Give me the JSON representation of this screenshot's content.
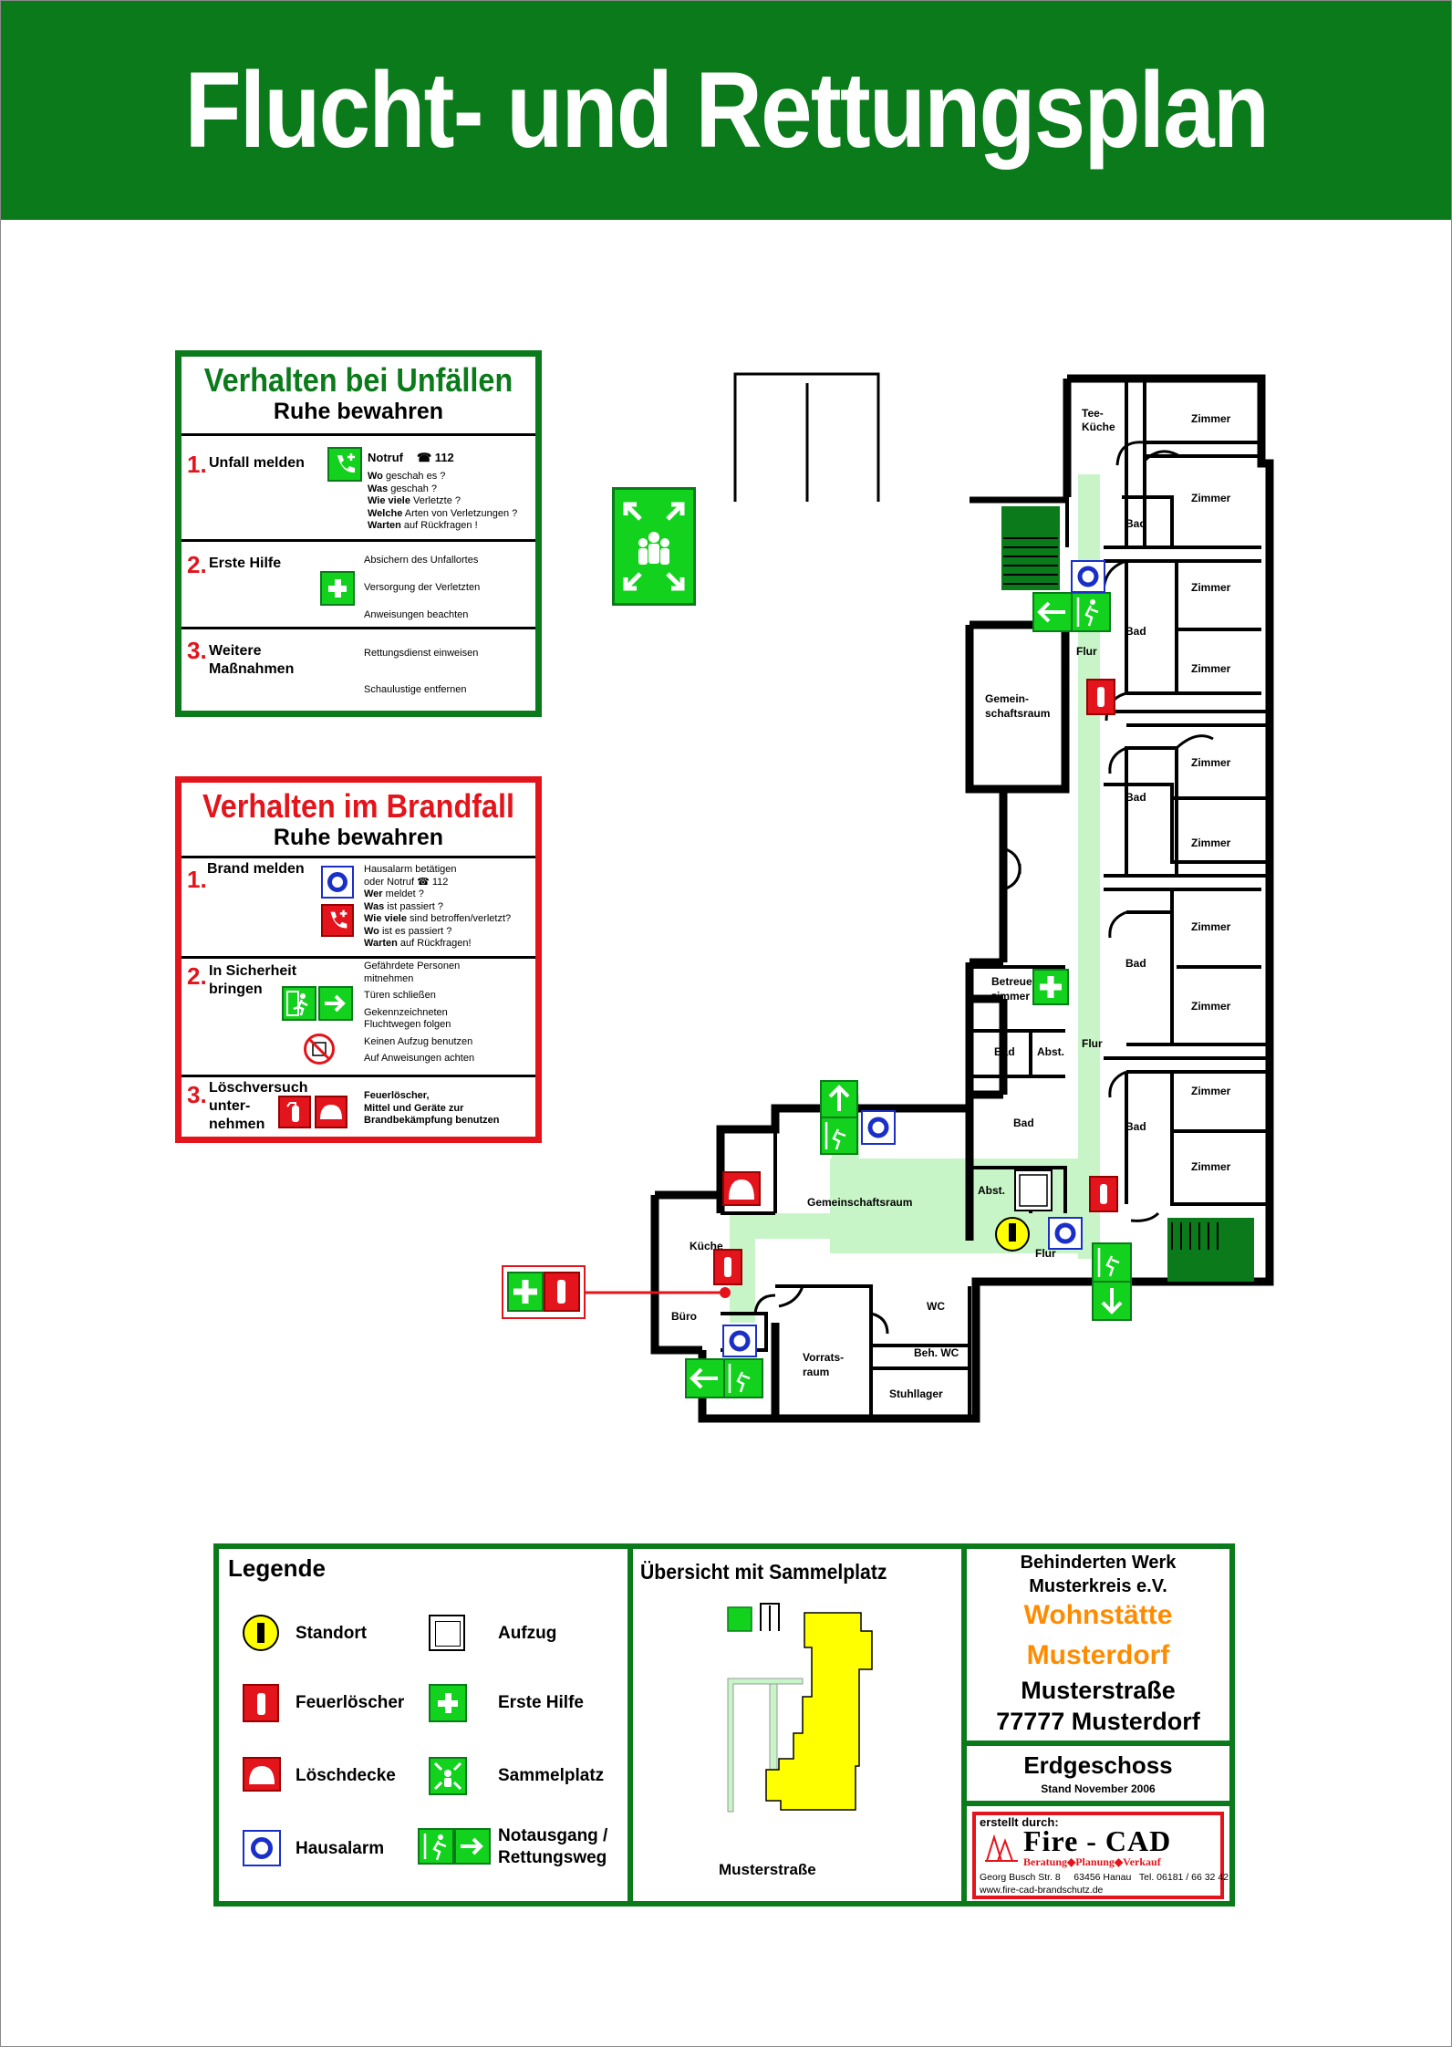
{
  "title": "Flucht- und Rettungsplan",
  "colors": {
    "green": "#0a7a1a",
    "safety_green": "#13d21e",
    "red": "#e3141b",
    "blue": "#1a2fc8",
    "path": "#c8f5c8",
    "orange": "#ff8c00",
    "yellow": "#ffff00"
  },
  "accident_box": {
    "title": "Verhalten bei Unfällen",
    "subtitle": "Ruhe bewahren",
    "s1": {
      "num": "1.",
      "label": "Unfall melden",
      "emergency": "Notruf",
      "phone": "☎ 112",
      "lines": [
        [
          "Wo",
          " geschah es ?"
        ],
        [
          "Was",
          " geschah ?"
        ],
        [
          "Wie viele",
          " Verletzte ?"
        ],
        [
          "Welche",
          " Arten von Verletzungen ?"
        ],
        [
          "Warten",
          " auf Rückfragen !"
        ]
      ]
    },
    "s2": {
      "num": "2.",
      "label": "Erste Hilfe",
      "lines": [
        "Absichern des Unfallortes",
        "Versorgung der Verletzten",
        "Anweisungen beachten"
      ]
    },
    "s3": {
      "num": "3.",
      "label1": "Weitere",
      "label2": "Maßnahmen",
      "lines": [
        "Rettungsdienst einweisen",
        "Schaulustige entfernen"
      ]
    }
  },
  "fire_box": {
    "title": "Verhalten im Brandfall",
    "subtitle": "Ruhe bewahren",
    "s1": {
      "num": "1.",
      "label": "Brand melden",
      "l1": "Hausalarm betätigen",
      "l2": "oder Notruf  ☎ 112",
      "lines": [
        [
          "Wer",
          " meldet ?"
        ],
        [
          "Was",
          " ist passiert ?"
        ],
        [
          "Wie viele",
          " sind betroffen/verletzt?"
        ],
        [
          "Wo",
          " ist es passiert ?"
        ],
        [
          "Warten",
          " auf Rückfragen!"
        ]
      ]
    },
    "s2": {
      "num": "2.",
      "label1": "In Sicherheit",
      "label2": "bringen",
      "lines": [
        "Gefährdete Personen",
        "mitnehmen",
        "Türen schließen",
        "Gekennzeichneten",
        "Fluchtwegen folgen",
        "Keinen Aufzug benutzen",
        "Auf Anweisungen achten"
      ]
    },
    "s3": {
      "num": "3.",
      "label1": "Löschversuch",
      "label2": "unter-",
      "label3": "nehmen",
      "lines": [
        "Feuerlöscher,",
        "Mittel und Geräte zur",
        "Brandbekämpfung benutzen"
      ]
    }
  },
  "rooms": {
    "tee_kueche1": "Tee-",
    "tee_kueche2": "Küche",
    "zimmer": "Zimmer",
    "bad": "Bad",
    "flur": "Flur",
    "gemein1": "Gemein-",
    "gemein2": "schaftsraum",
    "betreu1": "Betreuer",
    "betreu2": "zimmer",
    "abst": "Abst.",
    "gemeinschaftsraum": "Gemeinschaftsraum",
    "kueche": "Küche",
    "buero": "Büro",
    "wc": "WC",
    "beh_wc": "Beh. WC",
    "vorrats1": "Vorrats-",
    "vorrats2": "raum",
    "stuhllager": "Stuhllager"
  },
  "legend": {
    "title": "Legende",
    "items": [
      "Standort",
      "Aufzug",
      "Feuerlöscher",
      "Erste Hilfe",
      "Löschdecke",
      "Sammelplatz",
      "Hausalarm",
      "Notausgang /",
      "Rettungsweg"
    ]
  },
  "overview": {
    "title": "Übersicht mit Sammelplatz",
    "street": "Musterstraße"
  },
  "org": {
    "line1": "Behinderten Werk",
    "line2": "Musterkreis e.V.",
    "name1": "Wohnstätte",
    "name2": "Musterdorf",
    "street": "Musterstraße",
    "city": "77777 Musterdorf",
    "floor": "Erdgeschoss",
    "date": "Stand November 2006"
  },
  "creator": {
    "label": "erstellt durch:",
    "brand": "Fire - CAD",
    "tagline": "Beratung◆Planung◆Verkauf",
    "address": "Georg Busch Str. 8     63456 Hanau   Tel. 06181 / 66 32 42",
    "web": "www.fire-cad-brandschutz.de"
  }
}
